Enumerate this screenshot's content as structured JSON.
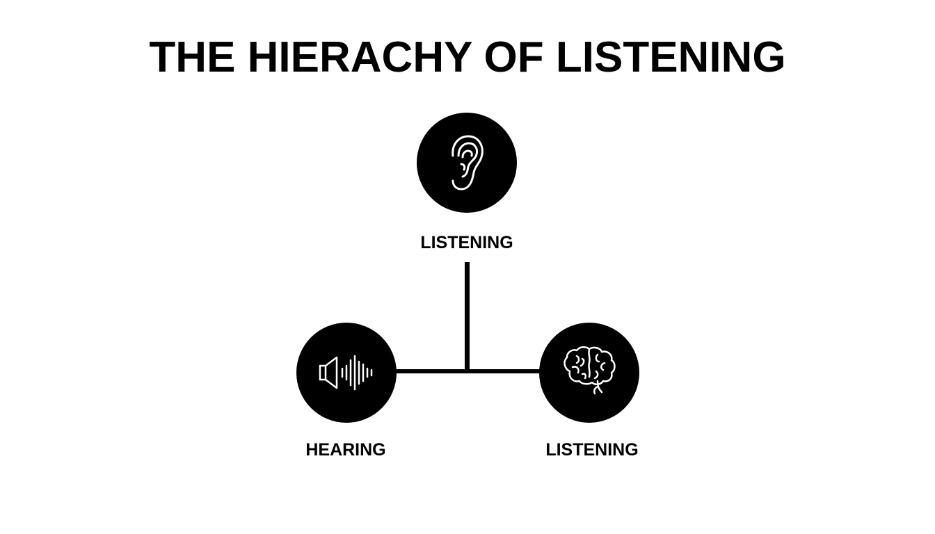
{
  "title": "THE HIERACHY OF LISTENING",
  "nodes": {
    "top": {
      "label": "LISTENING",
      "icon": "ear-icon"
    },
    "left": {
      "label": "HEARING",
      "icon": "sound-wave-icon"
    },
    "right": {
      "label": "LISTENING",
      "icon": "brain-icon"
    }
  },
  "colors": {
    "background": "#ffffff",
    "foreground": "#000000",
    "icon_stroke": "#ffffff"
  }
}
